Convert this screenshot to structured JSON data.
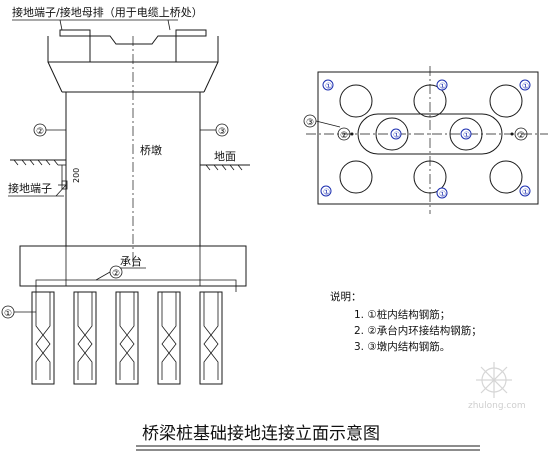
{
  "title": "桥梁桩基础接地连接立面示意图",
  "labels": {
    "top_note": "接地端子/接地母排（用于电缆上桥处）",
    "pier": "桥墩",
    "ground": "地面",
    "terminal": "接地端子",
    "dimension": "200",
    "cap": "承台"
  },
  "callouts": {
    "c1": "①",
    "c2": "②",
    "c3": "③"
  },
  "notes": {
    "heading": "说明：",
    "items": [
      "1. ①桩内结构钢筋；",
      "2. ②承台内环接结构钢筋；",
      "3. ③墩内结构钢筋。"
    ]
  },
  "watermark": {
    "text": "zhulong.com"
  },
  "colors": {
    "line": "#1a1a1a",
    "callout_blue": "#1c2fb0",
    "watermark": "#d0d0d0"
  }
}
